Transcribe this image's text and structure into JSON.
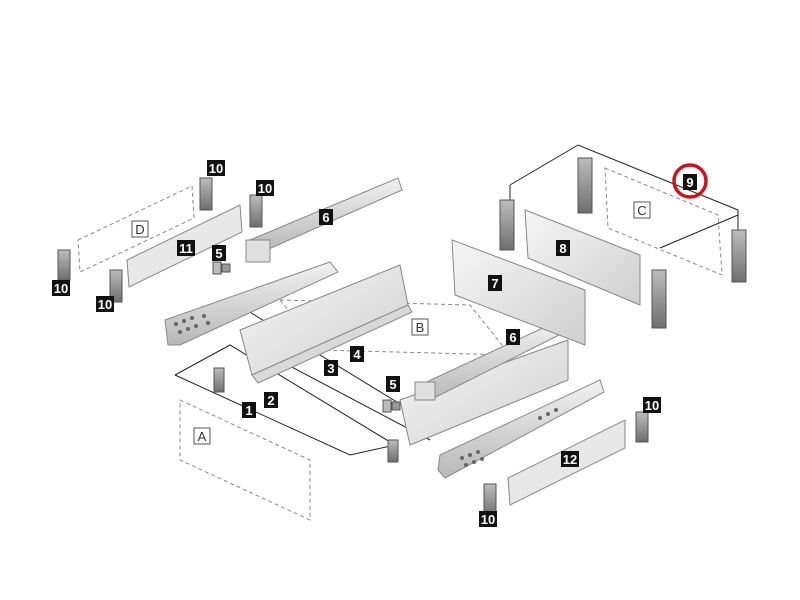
{
  "part_labels": {
    "p1": "1",
    "p2": "2",
    "p3": "3",
    "p4": "4",
    "p5a": "5",
    "p5b": "5",
    "p6a": "6",
    "p6b": "6",
    "p7": "7",
    "p8": "8",
    "p9": "9",
    "p10a": "10",
    "p10b": "10",
    "p10c": "10",
    "p10d": "10",
    "p10e": "10",
    "p10f": "10",
    "p11": "11",
    "p12": "12"
  },
  "panel_letters": {
    "a": "A",
    "b": "B",
    "c": "C",
    "d": "D"
  },
  "highlight": {
    "part": "9",
    "color": "#d0101a"
  },
  "colors": {
    "label_bg": "#111111",
    "label_fg": "#ffffff",
    "metal_light": "#e6e6e6",
    "metal_dark": "#9a9a9a"
  }
}
